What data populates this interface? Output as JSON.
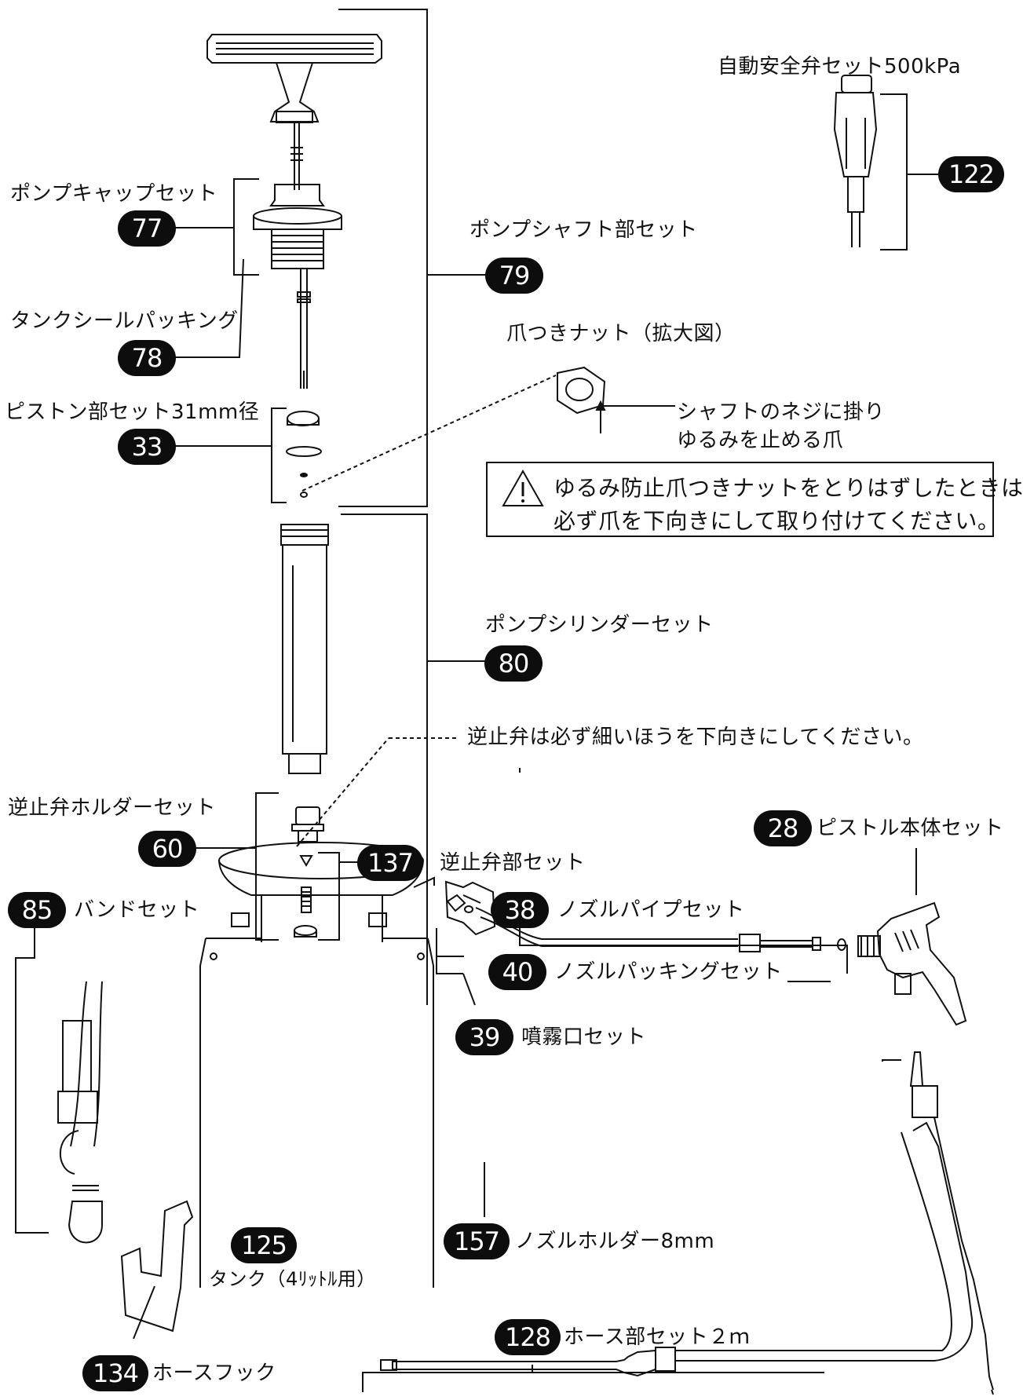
{
  "parts": {
    "p77": {
      "num": "77",
      "label": "ポンプキャップセット"
    },
    "p78": {
      "num": "78",
      "label": "タンクシールパッキング"
    },
    "p33": {
      "num": "33",
      "label": "ピストン部セット31mm径"
    },
    "p79": {
      "num": "79",
      "label": "ポンプシャフト部セット"
    },
    "p80": {
      "num": "80",
      "label": "ポンプシリンダーセット"
    },
    "p60": {
      "num": "60",
      "label": "逆止弁ホルダーセット"
    },
    "p137": {
      "num": "137",
      "label": "逆止弁部セット"
    },
    "p85": {
      "num": "85",
      "label": "バンドセット"
    },
    "p122": {
      "num": "122",
      "label": "自動安全弁セット500kPa"
    },
    "p28": {
      "num": "28",
      "label": "ピストル本体セット"
    },
    "p38": {
      "num": "38",
      "label": "ノズルパイプセット"
    },
    "p40": {
      "num": "40",
      "label": "ノズルパッキングセット"
    },
    "p39": {
      "num": "39",
      "label": "噴霧口セット"
    },
    "p157": {
      "num": "157",
      "label": "ノズルホルダー8mm"
    },
    "p125": {
      "num": "125",
      "label": "タンク（4ﾘｯﾄﾙ用）"
    },
    "p128": {
      "num": "128",
      "label": "ホース部セット２ｍ"
    },
    "p134": {
      "num": "134",
      "label": "ホースフック"
    }
  },
  "notes": {
    "nut_title": "爪つきナット（拡大図）",
    "nut_line1": "シャフトのネジに掛り",
    "nut_line2": "ゆるみを止める爪",
    "check_valve": "逆止弁は必ず細いほうを下向きにしてください。",
    "warning_line1": "ゆるみ防止爪つきナットをとりはずしたときは",
    "warning_line2": "必ず爪を下向きにして取り付けてください。"
  }
}
